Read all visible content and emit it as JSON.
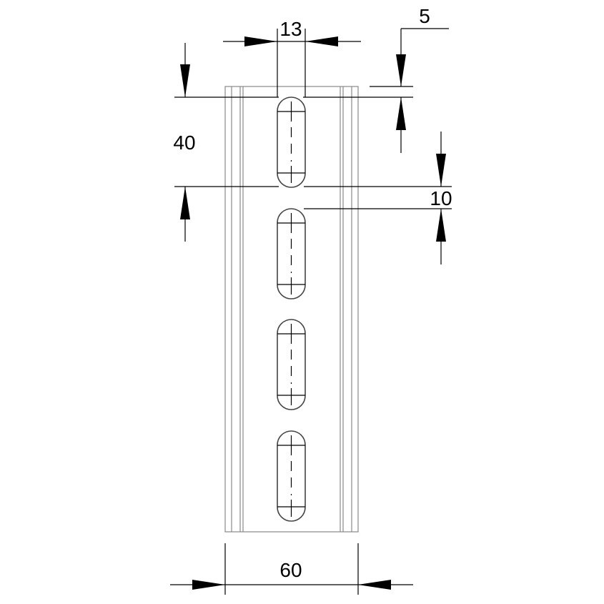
{
  "dimensions": {
    "slot_width": "13",
    "top_offset": "5",
    "slot_length": "40",
    "slot_gap": "10",
    "channel_width": "60"
  },
  "colors": {
    "line": "#000000",
    "outline": "#888888",
    "slot": "#444444",
    "background": "#ffffff"
  },
  "slot_count": 4
}
